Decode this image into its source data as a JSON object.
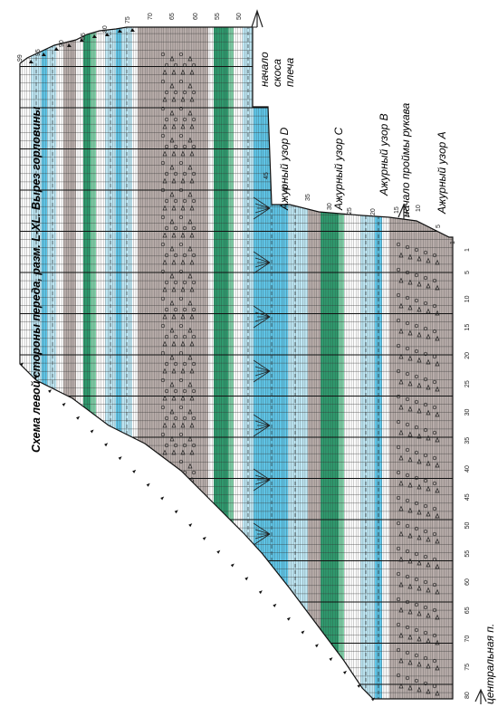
{
  "title": "Схема левой стороны переда, разм. L-XL. Вырез горловины",
  "labels": {
    "shoulder_l1": "начало",
    "shoulder_l2": "скоса",
    "shoulder_l3": "плеча",
    "pattern_d": "Ажурный узор D",
    "pattern_c": "Ажурный узор C",
    "pattern_b": "Ажурный узор B",
    "armhole": "начало проймы рукава",
    "pattern_a": "Ажурный узор A",
    "center": "центральная п."
  },
  "row_numbers": [
    "1",
    "5",
    "10",
    "15",
    "20",
    "25",
    "30",
    "35",
    "40",
    "45",
    "50",
    "55",
    "60",
    "65",
    "70",
    "75",
    "80",
    "85",
    "90",
    "95",
    "99"
  ],
  "stitch_numbers": [
    "1",
    "5",
    "10",
    "15",
    "20",
    "25",
    "30",
    "35",
    "40",
    "45",
    "50",
    "55",
    "60",
    "65",
    "70",
    "75",
    "80"
  ],
  "colors": {
    "green": "#2f9a6e",
    "light_green": "#7fd1a8",
    "blue": "#5fc6e8",
    "light_blue": "#bfe8f5",
    "gray": "#b9aeab",
    "white": "#ffffff",
    "grid": "#333333"
  },
  "icons": [
    "arrow-up-icon",
    "dec-triangle-icon",
    "yarn-over-icon",
    "lace-fan-icon"
  ]
}
